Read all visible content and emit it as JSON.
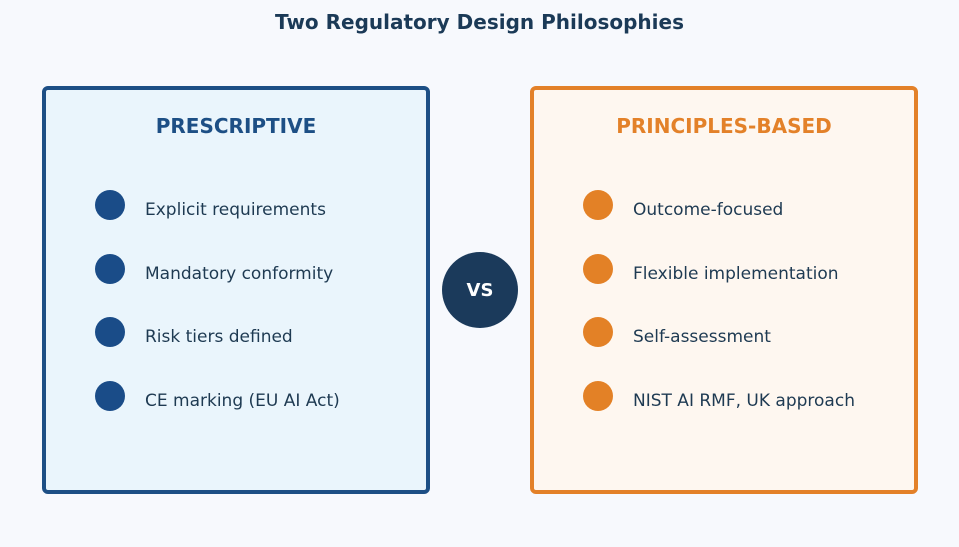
{
  "title": "Two Regulatory Design Philosophies",
  "left_panel": {
    "heading": "PRESCRIPTIVE",
    "items": [
      "Explicit requirements",
      "Mandatory conformity",
      "Risk tiers defined",
      "CE marking (EU AI Act)"
    ]
  },
  "right_panel": {
    "heading": "PRINCIPLES-BASED",
    "items": [
      "Outcome-focused",
      "Flexible implementation",
      "Self-assessment",
      "NIST AI RMF, UK approach"
    ]
  },
  "vs_label": "VS",
  "colors": {
    "prescriptive": "#1d4f85",
    "principles": "#e38129",
    "vs_circle": "#1b3a5b"
  }
}
